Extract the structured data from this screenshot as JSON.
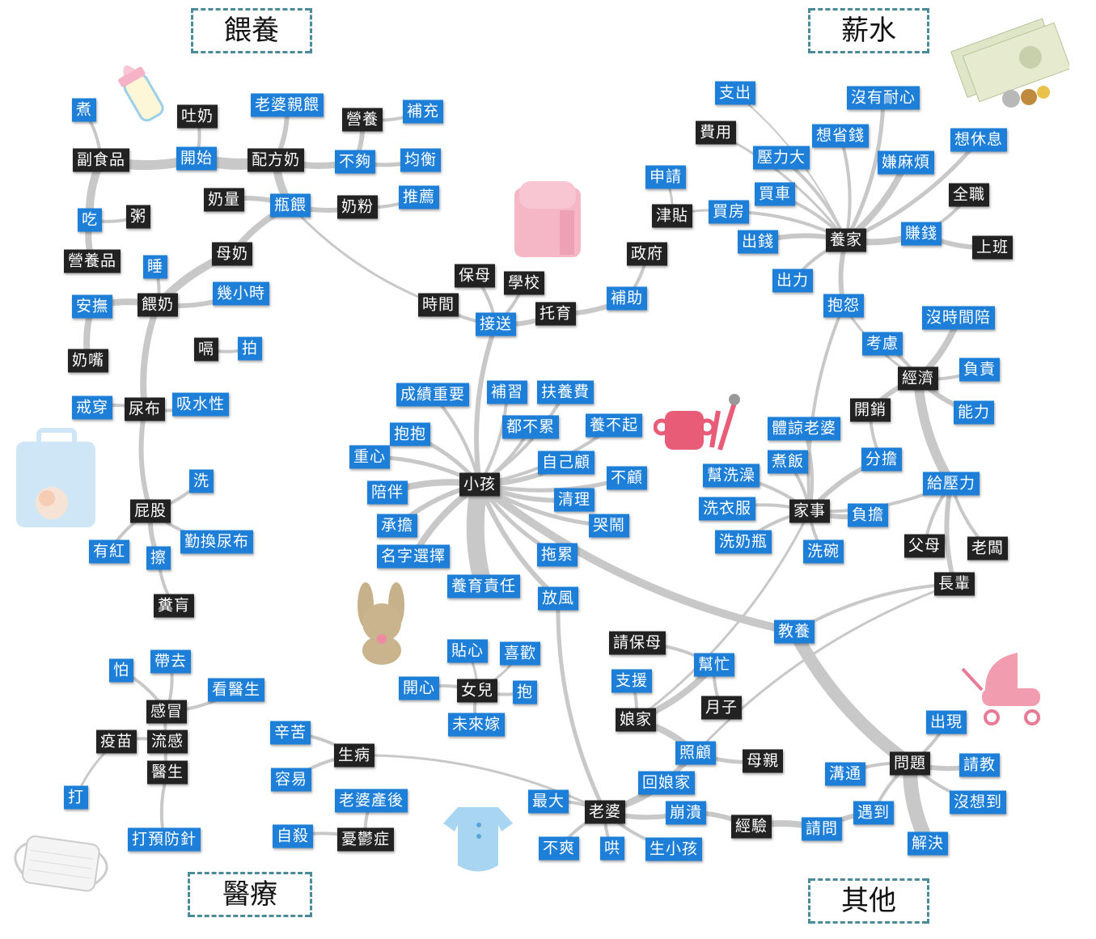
{
  "categories": {
    "feeding": "餵養",
    "salary": "薪水",
    "medical": "醫療",
    "other": "其他"
  },
  "decorations": [
    "baby-bottle-icon",
    "money-icon",
    "diaper-bag-icon",
    "school-bag-icon",
    "sippy-cup-icon",
    "plush-bunny-icon",
    "stroller-icon",
    "baby-onesie-icon",
    "face-mask-icon"
  ],
  "colors": {
    "keyword": "#1e7fd8",
    "hub": "#222222",
    "edge": "#c8c8c8"
  },
  "nodes": [
    {
      "id": "zhu",
      "t": "煮",
      "c": "b"
    },
    {
      "id": "tunai",
      "t": "吐奶",
      "c": "k"
    },
    {
      "id": "laopoqin",
      "t": "老婆親餵",
      "c": "b"
    },
    {
      "id": "yingyang",
      "t": "營養",
      "c": "k"
    },
    {
      "id": "buchong",
      "t": "補充",
      "c": "b"
    },
    {
      "id": "fushi",
      "t": "副食品",
      "c": "k"
    },
    {
      "id": "kaishi",
      "t": "開始",
      "c": "b"
    },
    {
      "id": "peifang",
      "t": "配方奶",
      "c": "k"
    },
    {
      "id": "bugou",
      "t": "不夠",
      "c": "b"
    },
    {
      "id": "junheng",
      "t": "均衡",
      "c": "b"
    },
    {
      "id": "nailiang",
      "t": "奶量",
      "c": "k"
    },
    {
      "id": "pingwei",
      "t": "瓶餵",
      "c": "b"
    },
    {
      "id": "naifen",
      "t": "奶粉",
      "c": "k"
    },
    {
      "id": "tuijian",
      "t": "推薦",
      "c": "b"
    },
    {
      "id": "chi",
      "t": "吃",
      "c": "b"
    },
    {
      "id": "zhou",
      "t": "粥",
      "c": "k"
    },
    {
      "id": "muqin_nai",
      "t": "母奶",
      "c": "k"
    },
    {
      "id": "yingyangpin",
      "t": "營養品",
      "c": "k"
    },
    {
      "id": "shui",
      "t": "睡",
      "c": "b"
    },
    {
      "id": "anfu",
      "t": "安撫",
      "c": "b"
    },
    {
      "id": "weinai",
      "t": "餵奶",
      "c": "k"
    },
    {
      "id": "jixiaoshi",
      "t": "幾小時",
      "c": "b"
    },
    {
      "id": "naizui",
      "t": "奶嘴",
      "c": "k"
    },
    {
      "id": "ge",
      "t": "嗝",
      "c": "k"
    },
    {
      "id": "pai",
      "t": "拍",
      "c": "b"
    },
    {
      "id": "jiechuan",
      "t": "戒穿",
      "c": "b"
    },
    {
      "id": "niaobu",
      "t": "尿布",
      "c": "k"
    },
    {
      "id": "xishui",
      "t": "吸水性",
      "c": "b"
    },
    {
      "id": "xi",
      "t": "洗",
      "c": "b"
    },
    {
      "id": "pigu",
      "t": "屁股",
      "c": "k"
    },
    {
      "id": "youhong",
      "t": "有紅",
      "c": "b"
    },
    {
      "id": "qinhuan",
      "t": "勤換尿布",
      "c": "b"
    },
    {
      "id": "ca",
      "t": "擦",
      "c": "b"
    },
    {
      "id": "fentu",
      "t": "糞肓",
      "c": "k"
    },
    {
      "id": "zhichu",
      "t": "支出",
      "c": "b"
    },
    {
      "id": "meinaixin",
      "t": "沒有耐心",
      "c": "b"
    },
    {
      "id": "feiyong",
      "t": "費用",
      "c": "k"
    },
    {
      "id": "xiangshengqian",
      "t": "想省錢",
      "c": "b"
    },
    {
      "id": "xiangxiuxi",
      "t": "想休息",
      "c": "b"
    },
    {
      "id": "shenqing",
      "t": "申請",
      "c": "b"
    },
    {
      "id": "yalida",
      "t": "壓力大",
      "c": "b"
    },
    {
      "id": "xianmafan",
      "t": "嫌麻煩",
      "c": "b"
    },
    {
      "id": "maiche",
      "t": "買車",
      "c": "b"
    },
    {
      "id": "quanzhi",
      "t": "全職",
      "c": "k"
    },
    {
      "id": "jintie",
      "t": "津貼",
      "c": "k"
    },
    {
      "id": "maifang",
      "t": "買房",
      "c": "b"
    },
    {
      "id": "chuqian",
      "t": "出錢",
      "c": "b"
    },
    {
      "id": "yangjia",
      "t": "養家",
      "c": "k"
    },
    {
      "id": "zhuanqian",
      "t": "賺錢",
      "c": "b"
    },
    {
      "id": "shangban",
      "t": "上班",
      "c": "k"
    },
    {
      "id": "zhengfu",
      "t": "政府",
      "c": "k"
    },
    {
      "id": "chuli",
      "t": "出力",
      "c": "b"
    },
    {
      "id": "baoyuan",
      "t": "抱怨",
      "c": "b"
    },
    {
      "id": "baomu",
      "t": "保母",
      "c": "k"
    },
    {
      "id": "xuexiao",
      "t": "學校",
      "c": "k"
    },
    {
      "id": "buzhu",
      "t": "補助",
      "c": "b"
    },
    {
      "id": "shijian",
      "t": "時間",
      "c": "k"
    },
    {
      "id": "tuoyu",
      "t": "托育",
      "c": "k"
    },
    {
      "id": "jiesong",
      "t": "接送",
      "c": "b"
    },
    {
      "id": "meishijian",
      "t": "沒時間陪",
      "c": "b"
    },
    {
      "id": "kaolv",
      "t": "考慮",
      "c": "b"
    },
    {
      "id": "jingji",
      "t": "經濟",
      "c": "k"
    },
    {
      "id": "fuze",
      "t": "負責",
      "c": "b"
    },
    {
      "id": "chengji",
      "t": "成績重要",
      "c": "b"
    },
    {
      "id": "buxi",
      "t": "補習",
      "c": "b"
    },
    {
      "id": "fuyangfei",
      "t": "扶養費",
      "c": "b"
    },
    {
      "id": "kaixiao",
      "t": "開銷",
      "c": "k"
    },
    {
      "id": "nengli",
      "t": "能力",
      "c": "b"
    },
    {
      "id": "baobao",
      "t": "抱抱",
      "c": "b"
    },
    {
      "id": "doubulei",
      "t": "都不累",
      "c": "b"
    },
    {
      "id": "yangbuqi",
      "t": "養不起",
      "c": "b"
    },
    {
      "id": "tilianglaopo",
      "t": "體諒老婆",
      "c": "b"
    },
    {
      "id": "zhongxin",
      "t": "重心",
      "c": "b"
    },
    {
      "id": "zijigu",
      "t": "自己顧",
      "c": "b"
    },
    {
      "id": "zhufan",
      "t": "煮飯",
      "c": "b"
    },
    {
      "id": "fendan",
      "t": "分擔",
      "c": "b"
    },
    {
      "id": "xiaohai",
      "t": "小孩",
      "c": "k"
    },
    {
      "id": "bugu",
      "t": "不顧",
      "c": "b"
    },
    {
      "id": "bangxizao",
      "t": "幫洗澡",
      "c": "b"
    },
    {
      "id": "geiyali",
      "t": "給壓力",
      "c": "b"
    },
    {
      "id": "peiban",
      "t": "陪伴",
      "c": "b"
    },
    {
      "id": "qingli",
      "t": "清理",
      "c": "b"
    },
    {
      "id": "xiyifu",
      "t": "洗衣服",
      "c": "b"
    },
    {
      "id": "jiashi",
      "t": "家事",
      "c": "k"
    },
    {
      "id": "fudan",
      "t": "負擔",
      "c": "b"
    },
    {
      "id": "chengdan",
      "t": "承擔",
      "c": "b"
    },
    {
      "id": "kunao",
      "t": "哭鬧",
      "c": "b"
    },
    {
      "id": "xinaiping",
      "t": "洗奶瓶",
      "c": "b"
    },
    {
      "id": "fumu",
      "t": "父母",
      "c": "k"
    },
    {
      "id": "laoban",
      "t": "老闆",
      "c": "k"
    },
    {
      "id": "mingzi",
      "t": "名字選擇",
      "c": "b"
    },
    {
      "id": "tuolei",
      "t": "拖累",
      "c": "b"
    },
    {
      "id": "xiwan",
      "t": "洗碗",
      "c": "b"
    },
    {
      "id": "zhangbei",
      "t": "長輩",
      "c": "k"
    },
    {
      "id": "yangyuzeren",
      "t": "養育責任",
      "c": "b"
    },
    {
      "id": "fangfeng",
      "t": "放風",
      "c": "b"
    },
    {
      "id": "jiaoyang",
      "t": "教養",
      "c": "b"
    },
    {
      "id": "tiexin",
      "t": "貼心",
      "c": "b"
    },
    {
      "id": "xihuan",
      "t": "喜歡",
      "c": "b"
    },
    {
      "id": "qingbaomu",
      "t": "請保母",
      "c": "k"
    },
    {
      "id": "daiqu",
      "t": "帶去",
      "c": "b"
    },
    {
      "id": "pa",
      "t": "怕",
      "c": "b"
    },
    {
      "id": "kanyisheng",
      "t": "看醫生",
      "c": "b"
    },
    {
      "id": "kaixin",
      "t": "開心",
      "c": "b"
    },
    {
      "id": "nver",
      "t": "女兒",
      "c": "k"
    },
    {
      "id": "bao",
      "t": "抱",
      "c": "b"
    },
    {
      "id": "bangmang",
      "t": "幫忙",
      "c": "b"
    },
    {
      "id": "zhiyuan",
      "t": "支援",
      "c": "b"
    },
    {
      "id": "ganmao",
      "t": "感冒",
      "c": "k"
    },
    {
      "id": "weilaijia",
      "t": "未來嫁",
      "c": "b"
    },
    {
      "id": "yuezi",
      "t": "月子",
      "c": "k"
    },
    {
      "id": "chuxian",
      "t": "出現",
      "c": "b"
    },
    {
      "id": "yimiao",
      "t": "疫苗",
      "c": "k"
    },
    {
      "id": "liugan",
      "t": "流感",
      "c": "k"
    },
    {
      "id": "niangjia",
      "t": "娘家",
      "c": "k"
    },
    {
      "id": "xinku",
      "t": "辛苦",
      "c": "b"
    },
    {
      "id": "shengbing",
      "t": "生病",
      "c": "k"
    },
    {
      "id": "zhaogu",
      "t": "照顧",
      "c": "b"
    },
    {
      "id": "muqin",
      "t": "母親",
      "c": "k"
    },
    {
      "id": "goutong",
      "t": "溝通",
      "c": "b"
    },
    {
      "id": "wenti",
      "t": "問題",
      "c": "k"
    },
    {
      "id": "qingjiao",
      "t": "請教",
      "c": "b"
    },
    {
      "id": "yisheng",
      "t": "醫生",
      "c": "k"
    },
    {
      "id": "rongyi",
      "t": "容易",
      "c": "b"
    },
    {
      "id": "huiniangjia",
      "t": "回娘家",
      "c": "b"
    },
    {
      "id": "da",
      "t": "打",
      "c": "b"
    },
    {
      "id": "laopochanhou",
      "t": "老婆產後",
      "c": "b"
    },
    {
      "id": "zuida",
      "t": "最大",
      "c": "b"
    },
    {
      "id": "laopo",
      "t": "老婆",
      "c": "k"
    },
    {
      "id": "bengkui",
      "t": "崩潰",
      "c": "b"
    },
    {
      "id": "meixiangdao",
      "t": "沒想到",
      "c": "b"
    },
    {
      "id": "yudao",
      "t": "遇到",
      "c": "b"
    },
    {
      "id": "jingyan",
      "t": "經驗",
      "c": "k"
    },
    {
      "id": "qingwen",
      "t": "請問",
      "c": "b"
    },
    {
      "id": "zisha",
      "t": "自殺",
      "c": "b"
    },
    {
      "id": "youyuzheng",
      "t": "憂鬱症",
      "c": "k"
    },
    {
      "id": "dayufangzhen",
      "t": "打預防針",
      "c": "b"
    },
    {
      "id": "bushuang",
      "t": "不爽",
      "c": "b"
    },
    {
      "id": "hong",
      "t": "哄",
      "c": "b"
    },
    {
      "id": "shengxiaohai",
      "t": "生小孩",
      "c": "b"
    },
    {
      "id": "jiejue",
      "t": "解決",
      "c": "b"
    }
  ]
}
